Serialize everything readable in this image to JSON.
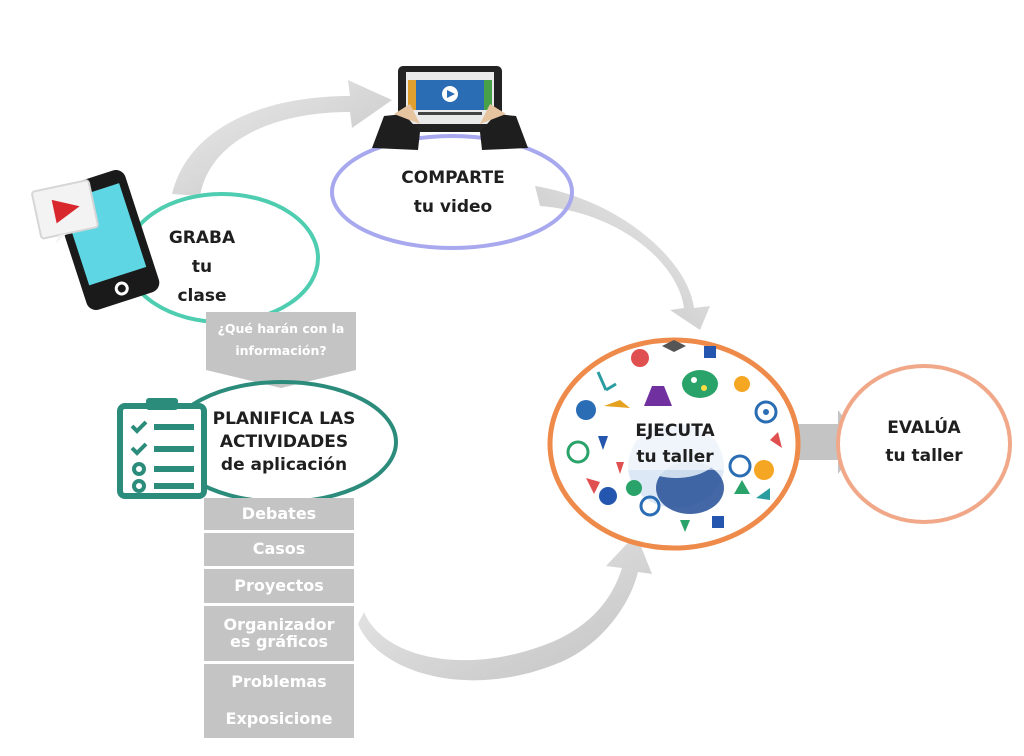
{
  "steps": {
    "graba": {
      "line1": "GRABA",
      "line2": "tu",
      "line3": "clase"
    },
    "comparte": {
      "line1": "COMPARTE",
      "line2": "tu video"
    },
    "planifica": {
      "line1": "PLANIFICA LAS",
      "line2": "ACTIVIDADES",
      "line3": "de aplicación"
    },
    "ejecuta": {
      "line1": "EJECUTA",
      "line2": "tu taller"
    },
    "evalua": {
      "line1": "EVALÚA",
      "line2": "tu taller"
    }
  },
  "question": {
    "line1": "¿Qué harán con la",
    "line2": "información?"
  },
  "activities": [
    {
      "line1": "Debates"
    },
    {
      "line1": "Casos"
    },
    {
      "line1": "Proyectos"
    },
    {
      "line1": "Organizador",
      "line2": "es gráficos"
    },
    {
      "line1": "Problemas"
    },
    {
      "line1": "Exposicione"
    }
  ],
  "colors": {
    "graba_ring": "#4ecdb0",
    "comparte_ring": "#a8a8ee",
    "planifica_ring": "#2c8c7c",
    "ejecuta_ring": "#ee8a4a",
    "evalua_ring": "#f0a888",
    "arrow_grey": "#c4c4c4"
  },
  "icons": [
    "phone-video-icon",
    "tablet-video-icon",
    "checklist-icon",
    "science-doodles-icon"
  ]
}
